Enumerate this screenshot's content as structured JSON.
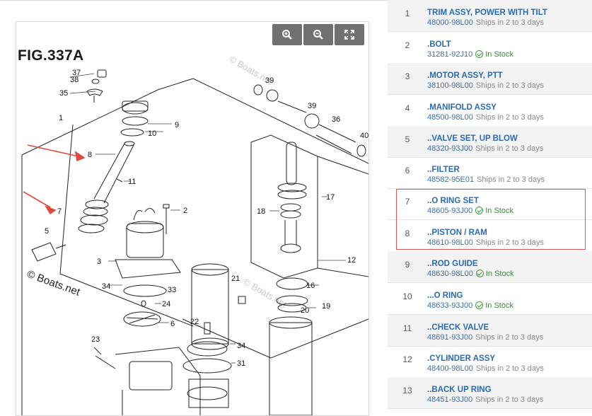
{
  "diagram": {
    "figure_label": "FIG.337A",
    "watermark": "© Boats.net",
    "zoom_in_icon": "zoom-in-icon",
    "zoom_out_icon": "zoom-out-icon",
    "fullscreen_icon": "fullscreen-icon",
    "callouts": [
      "37",
      "38",
      "35",
      "1",
      "9",
      "10",
      "8",
      "11",
      "7",
      "2",
      "5",
      "3",
      "34",
      "24",
      "6",
      "22",
      "23",
      "39",
      "40",
      "36",
      "17",
      "18",
      "12",
      "16",
      "20",
      "19",
      "21",
      "33",
      "34",
      "31"
    ],
    "arrow_color": "#e0483c"
  },
  "parts": [
    {
      "num": "1",
      "name": "TRIM ASSY, POWER WITH TILT",
      "part_no": "48000-98L00",
      "availability": "Ships in 2 to 3 days",
      "in_stock": false
    },
    {
      "num": "2",
      "name": ".BOLT",
      "part_no": "31281-92J10",
      "availability": "In Stock",
      "in_stock": true
    },
    {
      "num": "3",
      "name": ".MOTOR ASSY, PTT",
      "part_no": "38100-98L00",
      "availability": "Ships in 2 to 3 days",
      "in_stock": false
    },
    {
      "num": "4",
      "name": ".MANIFOLD ASSY",
      "part_no": "48500-98L00",
      "availability": "Ships in 2 to 3 days",
      "in_stock": false
    },
    {
      "num": "5",
      "name": "..VALVE SET, UP BLOW",
      "part_no": "48320-93J00",
      "availability": "Ships in 2 to 3 days",
      "in_stock": false
    },
    {
      "num": "6",
      "name": "..FILTER",
      "part_no": "48582-95E01",
      "availability": "Ships in 2 to 3 days",
      "in_stock": false
    },
    {
      "num": "7",
      "name": "..O RING SET",
      "part_no": "48605-93J00",
      "availability": "In Stock",
      "in_stock": true
    },
    {
      "num": "8",
      "name": "..PISTON / RAM",
      "part_no": "48610-98L00",
      "availability": "Ships in 2 to 3 days",
      "in_stock": false
    },
    {
      "num": "9",
      "name": "..ROD GUIDE",
      "part_no": "48630-98L00",
      "availability": "In Stock",
      "in_stock": true
    },
    {
      "num": "10",
      "name": "...O RING",
      "part_no": "48633-93J00",
      "availability": "In Stock",
      "in_stock": true
    },
    {
      "num": "11",
      "name": "..CHECK VALVE",
      "part_no": "48691-93J00",
      "availability": "Ships in 2 to 3 days",
      "in_stock": false
    },
    {
      "num": "12",
      "name": ".CYLINDER ASSY",
      "part_no": "48400-98L00",
      "availability": "Ships in 2 to 3 days",
      "in_stock": false
    },
    {
      "num": "13",
      "name": "..BACK UP RING",
      "part_no": "48451-93J00",
      "availability": "Ships in 2 to 3 days",
      "in_stock": false
    }
  ],
  "colors": {
    "link": "#2a6bb0",
    "in_stock": "#3a8a3a",
    "highlight": "#e05252"
  }
}
